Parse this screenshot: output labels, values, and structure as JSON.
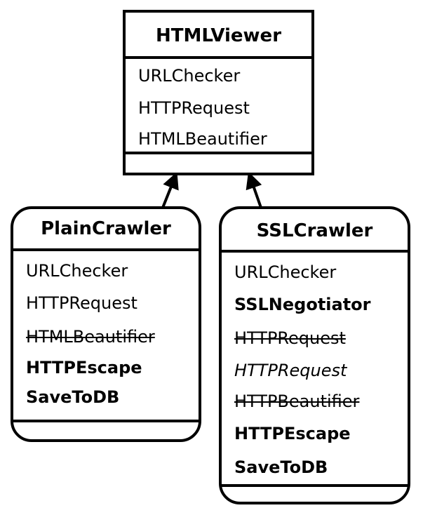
{
  "classes": {
    "htmlviewer": {
      "name": "HTMLViewer",
      "attributes": [
        {
          "text": "URLChecker",
          "style": "normal"
        },
        {
          "text": "HTTPRequest",
          "style": "normal"
        },
        {
          "text": "HTMLBeautifier",
          "style": "normal"
        }
      ]
    },
    "plaincrawler": {
      "name": "PlainCrawler",
      "attributes": [
        {
          "text": "URLChecker",
          "style": "normal"
        },
        {
          "text": "HTTPRequest",
          "style": "normal"
        },
        {
          "text": "HTMLBeautifier",
          "style": "struck"
        },
        {
          "text": "HTTPEscape",
          "style": "bold"
        },
        {
          "text": "SaveToDB",
          "style": "bold"
        }
      ]
    },
    "sslcrawler": {
      "name": "SSLCrawler",
      "attributes": [
        {
          "text": "URLChecker",
          "style": "normal"
        },
        {
          "text": "SSLNegotiator",
          "style": "bold"
        },
        {
          "text": "HTTPRequest",
          "style": "struck"
        },
        {
          "text": "HTTPRequest",
          "style": "italic"
        },
        {
          "text": "HTTPBeautifier",
          "style": "struck"
        },
        {
          "text": "HTTPEscape",
          "style": "bold"
        },
        {
          "text": "SaveToDB",
          "style": "bold"
        }
      ]
    }
  },
  "edges": [
    {
      "from": "plaincrawler",
      "to": "htmlviewer",
      "type": "inheritance"
    },
    {
      "from": "sslcrawler",
      "to": "htmlviewer",
      "type": "inheritance"
    }
  ]
}
